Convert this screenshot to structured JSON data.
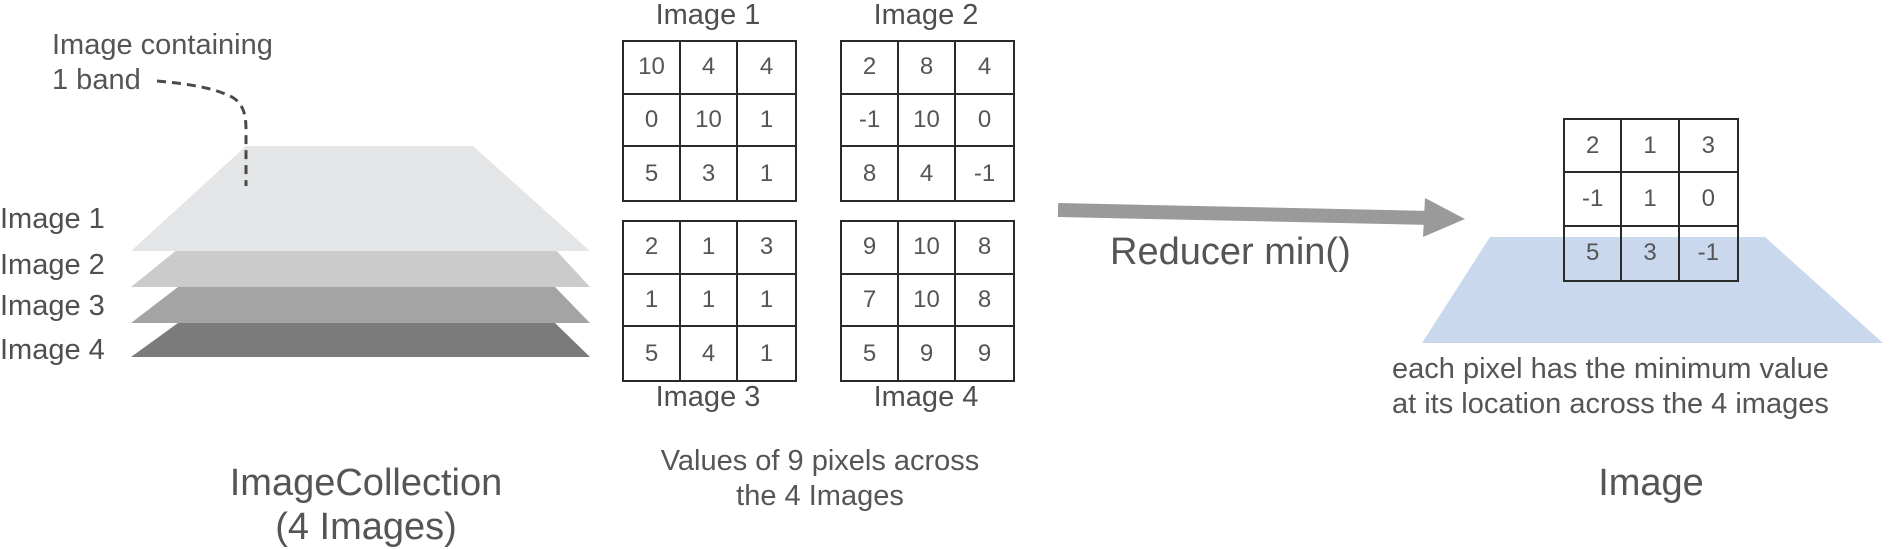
{
  "callout": {
    "line1": "Image containing",
    "line2": "1 band"
  },
  "stack": {
    "labels": [
      "Image 1",
      "Image 2",
      "Image 3",
      "Image 4"
    ],
    "colors": [
      "#e4e5e7",
      "#cbcbcb",
      "#a4a4a4",
      "#7b7b7b"
    ]
  },
  "collection": {
    "line1": "ImageCollection",
    "line2": "(4 Images)"
  },
  "grids": {
    "labels": [
      "Image 1",
      "Image 2",
      "Image 3",
      "Image 4"
    ],
    "image1": [
      [
        "10",
        "4",
        "4"
      ],
      [
        "0",
        "10",
        "1"
      ],
      [
        "5",
        "3",
        "1"
      ]
    ],
    "image2": [
      [
        "2",
        "8",
        "4"
      ],
      [
        "-1",
        "10",
        "0"
      ],
      [
        "8",
        "4",
        "-1"
      ]
    ],
    "image3": [
      [
        "2",
        "1",
        "3"
      ],
      [
        "1",
        "1",
        "1"
      ],
      [
        "5",
        "4",
        "1"
      ]
    ],
    "image4": [
      [
        "9",
        "10",
        "8"
      ],
      [
        "7",
        "10",
        "8"
      ],
      [
        "5",
        "9",
        "9"
      ]
    ]
  },
  "values_caption": {
    "line1": "Values of 9 pixels across",
    "line2": "the 4 Images"
  },
  "reducer": {
    "label": "Reducer min()",
    "arrow_color": "#9a9a9a"
  },
  "result": {
    "grid": [
      [
        "2",
        "1",
        "3"
      ],
      [
        "-1",
        "1",
        "0"
      ],
      [
        "5",
        "3",
        "-1"
      ]
    ],
    "plane_color": "#c9d8ec",
    "desc_line1": "each pixel has the minimum value",
    "desc_line2": "at its location across the 4 images",
    "title": "Image"
  }
}
